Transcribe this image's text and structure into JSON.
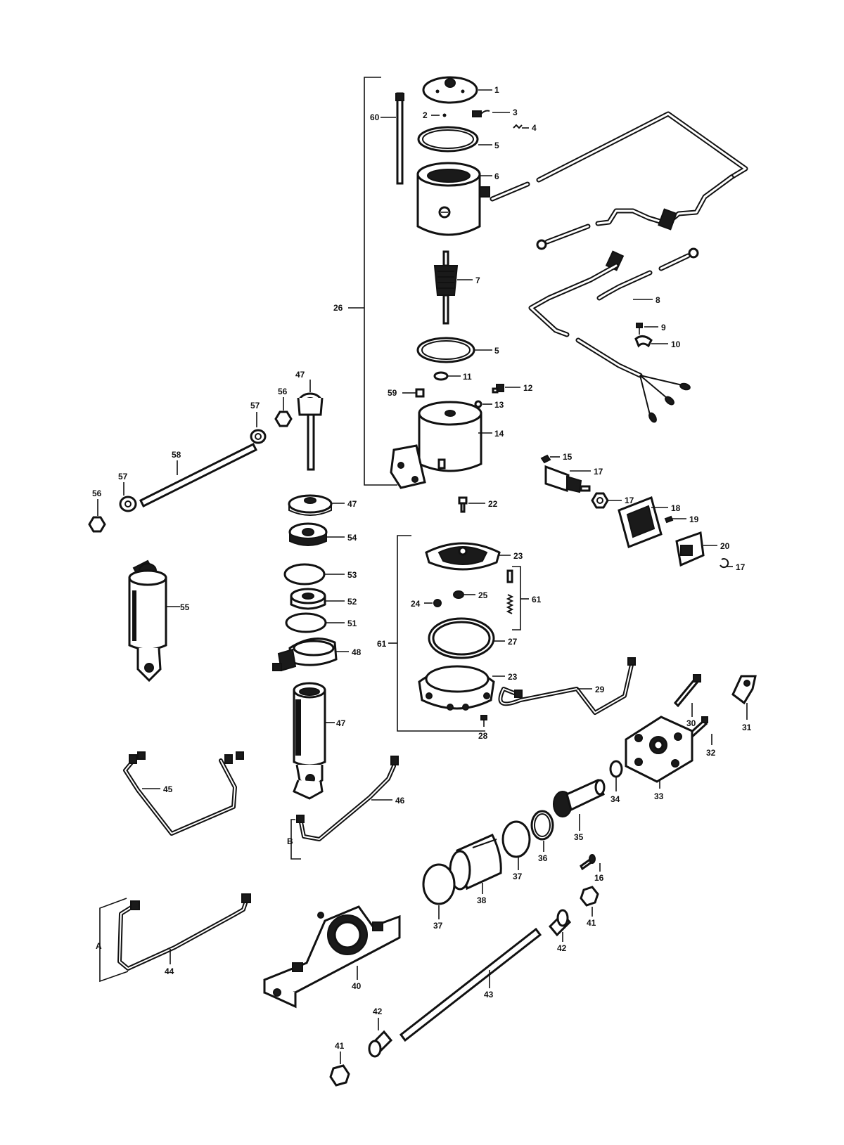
{
  "callouts": {
    "c1": "1",
    "c2": "2",
    "c3": "3",
    "c4": "4",
    "c5a": "5",
    "c5b": "5",
    "c6": "6",
    "c7": "7",
    "c8": "8",
    "c9": "9",
    "c10": "10",
    "c11": "11",
    "c12": "12",
    "c13": "13",
    "c14": "14",
    "c15": "15",
    "c16": "16",
    "c17a": "17",
    "c17b": "17",
    "c17c": "17",
    "c18": "18",
    "c19": "19",
    "c20": "20",
    "c22": "22",
    "c23a": "23",
    "c23b": "23",
    "c24": "24",
    "c25": "25",
    "c26": "26",
    "c27": "27",
    "c28": "28",
    "c29": "29",
    "c30": "30",
    "c31": "31",
    "c32": "32",
    "c33": "33",
    "c34": "34",
    "c35": "35",
    "c36": "36",
    "c37a": "37",
    "c37b": "37",
    "c38": "38",
    "c40": "40",
    "c41a": "41",
    "c41b": "41",
    "c42a": "42",
    "c42b": "42",
    "c43": "43",
    "c44": "44",
    "c45": "45",
    "c46": "46",
    "c47a": "47",
    "c47b": "47",
    "c47c": "47",
    "c48": "48",
    "c51": "51",
    "c52": "52",
    "c53": "53",
    "c54": "54",
    "c55": "55",
    "c56a": "56",
    "c56b": "56",
    "c57a": "57",
    "c57b": "57",
    "c58": "58",
    "c59": "59",
    "c60": "60",
    "c61a": "61",
    "c61b": "61",
    "letterA": "A",
    "letterB": "B"
  }
}
